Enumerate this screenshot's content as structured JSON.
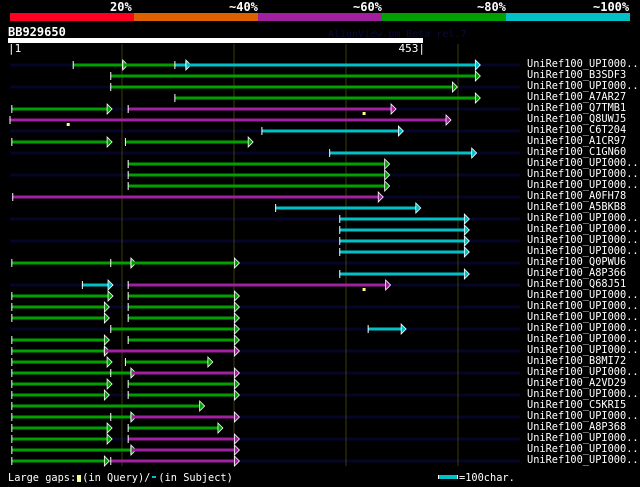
{
  "header": {
    "percent_labels": [
      "20%",
      "~40%",
      "~60%",
      "~80%",
      "~100%"
    ],
    "identity_colors": [
      "#ff0022",
      "#e06000",
      "#a020a0",
      "#00a000",
      "#00c0c8"
    ],
    "query_name": "BB929650",
    "version": "AlignView.pm Beta rel.7",
    "ruler_start": "|1",
    "ruler_end": "453|",
    "query_length": 453
  },
  "colors": {
    "green": "#00a000",
    "cyan": "#00c0c8",
    "magenta": "#a020a0",
    "gap_marker": "#ffff88",
    "row_bg": "#050528",
    "grid": "#3a3a10"
  },
  "hits": [
    {
      "label": "UniRef100_UPI000..",
      "segs": [
        [
          70,
          124,
          "green",
          1
        ],
        [
          124,
          181,
          "green",
          0
        ],
        [
          181,
          193,
          "cyan",
          1
        ],
        [
          193,
          509,
          "cyan",
          1
        ]
      ]
    },
    {
      "label": "UniRef100_B3SDF3",
      "segs": [
        [
          111,
          509,
          "green",
          1
        ]
      ]
    },
    {
      "label": "UniRef100_UPI000..",
      "segs": [
        [
          111,
          484,
          "green",
          1
        ]
      ]
    },
    {
      "label": "UniRef100_A7AR27",
      "segs": [
        [
          181,
          509,
          "green",
          1
        ]
      ]
    },
    {
      "label": "UniRef100_Q7TMB1",
      "segs": [
        [
          3,
          107,
          "green",
          1
        ],
        [
          130,
          417,
          "magenta",
          1
        ]
      ],
      "qgaps": [
        387
      ]
    },
    {
      "label": "UniRef100_Q8UWJ5",
      "segs": [
        [
          1,
          477,
          "magenta",
          1
        ]
      ],
      "qgaps": [
        64
      ]
    },
    {
      "label": "UniRef100_C6T204",
      "segs": [
        [
          276,
          425,
          "cyan",
          1
        ]
      ]
    },
    {
      "label": "UniRef100_A1CR97",
      "segs": [
        [
          3,
          107,
          "green",
          1
        ],
        [
          127,
          261,
          "green",
          1
        ]
      ]
    },
    {
      "label": "UniRef100_C1GN60",
      "segs": [
        [
          350,
          505,
          "cyan",
          1
        ]
      ]
    },
    {
      "label": "UniRef100_UPI000..",
      "segs": [
        [
          130,
          410,
          "green",
          1
        ]
      ]
    },
    {
      "label": "UniRef100_UPI000..",
      "segs": [
        [
          130,
          410,
          "green",
          1
        ]
      ]
    },
    {
      "label": "UniRef100_UPI000..",
      "segs": [
        [
          130,
          410,
          "green",
          1
        ]
      ]
    },
    {
      "label": "UniRef100_A0FH78",
      "segs": [
        [
          4,
          403,
          "magenta",
          1
        ]
      ]
    },
    {
      "label": "UniRef100_A5BKB8",
      "segs": [
        [
          291,
          444,
          "cyan",
          1
        ]
      ]
    },
    {
      "label": "UniRef100_UPI000..",
      "segs": [
        [
          361,
          497,
          "cyan",
          1
        ]
      ]
    },
    {
      "label": "UniRef100_UPI000..",
      "segs": [
        [
          361,
          497,
          "cyan",
          1
        ]
      ]
    },
    {
      "label": "UniRef100_UPI000..",
      "segs": [
        [
          361,
          497,
          "cyan",
          1
        ]
      ]
    },
    {
      "label": "UniRef100_UPI000..",
      "segs": [
        [
          361,
          497,
          "cyan",
          1
        ]
      ]
    },
    {
      "label": "UniRef100_Q0PWU6",
      "segs": [
        [
          3,
          111,
          "green",
          0
        ],
        [
          111,
          133,
          "green",
          1
        ],
        [
          133,
          246,
          "green",
          1
        ]
      ]
    },
    {
      "label": "UniRef100_A8P366",
      "segs": [
        [
          361,
          497,
          "cyan",
          1
        ]
      ]
    },
    {
      "label": "UniRef100_Q68J51",
      "segs": [
        [
          80,
          108,
          "cyan",
          1
        ],
        [
          130,
          411,
          "magenta",
          1
        ]
      ],
      "qgaps": [
        387
      ]
    },
    {
      "label": "UniRef100_UPI000..",
      "segs": [
        [
          3,
          108,
          "green",
          1
        ],
        [
          130,
          246,
          "green",
          1
        ]
      ]
    },
    {
      "label": "UniRef100_UPI000..",
      "segs": [
        [
          3,
          104,
          "green",
          1
        ],
        [
          130,
          246,
          "green",
          1
        ]
      ]
    },
    {
      "label": "UniRef100_UPI000..",
      "segs": [
        [
          3,
          104,
          "green",
          1
        ],
        [
          130,
          246,
          "green",
          1
        ]
      ]
    },
    {
      "label": "UniRef100_UPI000..",
      "segs": [
        [
          111,
          246,
          "green",
          1
        ],
        [
          392,
          428,
          "cyan",
          1
        ]
      ]
    },
    {
      "label": "UniRef100_UPI000..",
      "segs": [
        [
          3,
          104,
          "green",
          1
        ],
        [
          130,
          246,
          "green",
          1
        ]
      ]
    },
    {
      "label": "UniRef100_UPI000..",
      "segs": [
        [
          3,
          104,
          "green",
          1
        ],
        [
          104,
          246,
          "magenta",
          1
        ]
      ]
    },
    {
      "label": "UniRef100_B8MI72",
      "segs": [
        [
          3,
          107,
          "green",
          1
        ],
        [
          127,
          217,
          "green",
          1
        ]
      ]
    },
    {
      "label": "UniRef100_UPI000..",
      "segs": [
        [
          3,
          111,
          "green",
          0
        ],
        [
          111,
          133,
          "green",
          1
        ],
        [
          133,
          246,
          "magenta",
          1
        ]
      ]
    },
    {
      "label": "UniRef100_A2VD29",
      "segs": [
        [
          3,
          107,
          "green",
          1
        ],
        [
          130,
          246,
          "green",
          1
        ]
      ]
    },
    {
      "label": "UniRef100_UPI000..",
      "segs": [
        [
          3,
          104,
          "green",
          1
        ],
        [
          130,
          246,
          "green",
          1
        ]
      ]
    },
    {
      "label": "UniRef100_C5KRI5",
      "segs": [
        [
          3,
          208,
          "green",
          1
        ]
      ]
    },
    {
      "label": "UniRef100_UPI000..",
      "segs": [
        [
          3,
          111,
          "green",
          0
        ],
        [
          111,
          133,
          "green",
          1
        ],
        [
          133,
          246,
          "magenta",
          1
        ]
      ]
    },
    {
      "label": "UniRef100_A8P368",
      "segs": [
        [
          3,
          107,
          "green",
          1
        ],
        [
          130,
          228,
          "green",
          1
        ]
      ]
    },
    {
      "label": "UniRef100_UPI000..",
      "segs": [
        [
          3,
          107,
          "green",
          1
        ],
        [
          130,
          246,
          "magenta",
          1
        ]
      ]
    },
    {
      "label": "UniRef100_UPI000..",
      "segs": [
        [
          3,
          133,
          "green",
          1
        ],
        [
          133,
          246,
          "magenta",
          1
        ]
      ]
    },
    {
      "label": "UniRef100_UPI000..",
      "segs": [
        [
          3,
          104,
          "green",
          1
        ],
        [
          111,
          246,
          "magenta",
          1
        ]
      ]
    }
  ],
  "legend": {
    "large_gaps": "Large gaps:",
    "in_query": "(in Query)/",
    "in_subject": "(in Subject)",
    "scale": "=100char."
  }
}
